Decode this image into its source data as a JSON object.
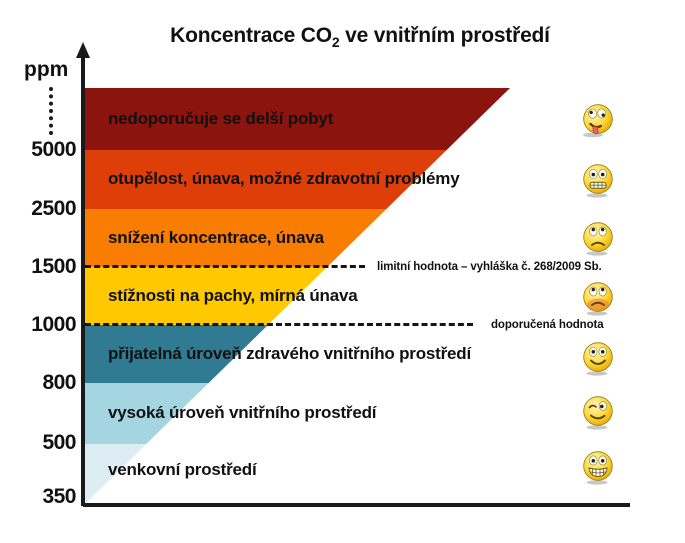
{
  "title": {
    "prefix": "Koncentrace CO",
    "subscript": "2",
    "suffix": " ve vnitřním prostředí"
  },
  "y_axis": {
    "unit": "ppm",
    "ticks": [
      "5000",
      "2500",
      "1500",
      "1000",
      "800",
      "500",
      "350"
    ]
  },
  "bands": [
    {
      "label": "nedoporučuje se delší pobyt",
      "color": "#8B150E",
      "face": "zany-tongue-out-face"
    },
    {
      "label": "otupělost, únava, možné zdravotní problémy",
      "color": "#DE3E08",
      "face": "grimacing-teeth-face"
    },
    {
      "label": "snížení koncentrace, únava",
      "color": "#F97D00",
      "face": "worried-face"
    },
    {
      "label": "stížnosti na pachy, mírná únava",
      "color": "#FFC800",
      "face": "worried-blushing-face"
    },
    {
      "label": "přijatelná úroveň zdravého vnitřního prostředí",
      "color": "#307B91",
      "face": "smiling-wide-eyes-face"
    },
    {
      "label": "vysoká úroveň vnitřního prostředí",
      "color": "#A6D5E2",
      "face": "winking-face"
    },
    {
      "label": "venkovní prostředí",
      "color": "#DCEEF4",
      "face": "grinning-teeth-face"
    }
  ],
  "reference_lines": [
    {
      "at_tick": "1500",
      "label": "limitní hodnota  – vyhláška  č. 268/2009 Sb."
    },
    {
      "at_tick": "1000",
      "label": "doporučená hodnota"
    }
  ],
  "chart_data": {
    "type": "area",
    "title": "Koncentrace CO2 ve vnitřním prostředí",
    "ylabel": "ppm",
    "y_ticks": [
      350,
      500,
      800,
      1000,
      1500,
      2500,
      5000
    ],
    "y_axis_break_above": 5000,
    "grid": false,
    "legend_position": "none",
    "bands": [
      {
        "ppm_min": 5000,
        "ppm_max": "above-scale",
        "label": "nedoporučuje se delší pobyt",
        "color": "#8B150E",
        "mood_icon": "zany-tongue-out"
      },
      {
        "ppm_min": 2500,
        "ppm_max": 5000,
        "label": "otupělost, únava, možné zdravotní problémy",
        "color": "#DE3E08",
        "mood_icon": "grimacing"
      },
      {
        "ppm_min": 1500,
        "ppm_max": 2500,
        "label": "snížení koncentrace, únava",
        "color": "#F97D00",
        "mood_icon": "worried"
      },
      {
        "ppm_min": 1000,
        "ppm_max": 1500,
        "label": "stížnosti na pachy, mírná únava",
        "color": "#FFC800",
        "mood_icon": "worried-blushing"
      },
      {
        "ppm_min": 800,
        "ppm_max": 1000,
        "label": "přijatelná úroveň zdravého vnitřního prostředí",
        "color": "#307B91",
        "mood_icon": "smiling-wide-eyes"
      },
      {
        "ppm_min": 500,
        "ppm_max": 800,
        "label": "vysoká úroveň vnitřního prostředí",
        "color": "#A6D5E2",
        "mood_icon": "winking"
      },
      {
        "ppm_min": 350,
        "ppm_max": 500,
        "label": "venkovní prostředí",
        "color": "#DCEEF4",
        "mood_icon": "grinning"
      }
    ],
    "reference_lines": [
      {
        "y": 1500,
        "label": "limitní hodnota – vyhláška č. 268/2009 Sb.",
        "style": "dashed"
      },
      {
        "y": 1000,
        "label": "doporučená hodnota",
        "style": "dashed"
      }
    ]
  }
}
